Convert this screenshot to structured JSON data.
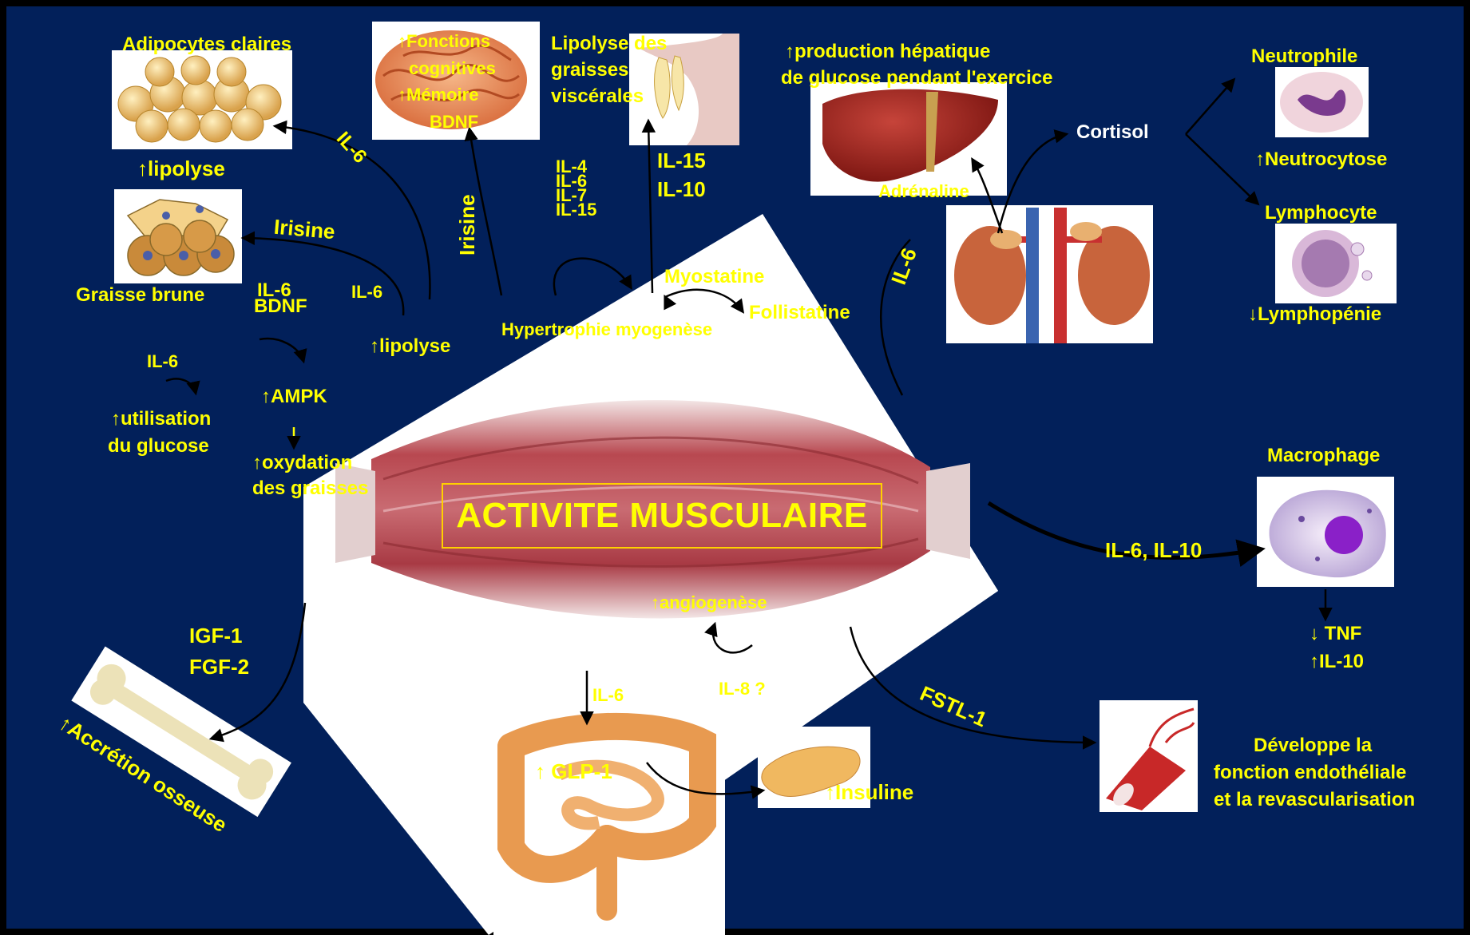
{
  "center": {
    "title": "ACTIVITE MUSCULAIRE"
  },
  "labels": {
    "adipocytes_claires": "Adipocytes claires",
    "lipolyse_top": "↑lipolyse",
    "graisse_brune": "Graisse brune",
    "irisine_left": "Irisine",
    "il6_bdnf_1": "IL-6",
    "il6_bdnf_2": "BDNF",
    "il6_mid": "IL-6",
    "lipolyse_mid": "↑lipolyse",
    "il6_glucose": "IL-6",
    "ampk": "↑AMPK",
    "utilisation_1": "↑utilisation",
    "utilisation_2": "du glucose",
    "oxydation_1": "↑oxydation",
    "oxydation_2": "des graisses",
    "il6_arc_top": "IL-6",
    "irisine_vertical": "Irisine",
    "brain_1": "↑Fonctions",
    "brain_2": "cognitives",
    "brain_3": "↑Mémoire",
    "brain_4": "BDNF",
    "lipolyse_visc_1": "Lipolyse des",
    "lipolyse_visc_2": "graisses",
    "lipolyse_visc_3": "viscérales",
    "il_list_1": "IL-4",
    "il_list_2": "IL-6",
    "il_list_3": "IL-7",
    "il_list_4": "IL-15",
    "il15": "IL-15",
    "il10": "IL-10",
    "myostatine": "Myostatine",
    "follistatine": "Follistatine",
    "hypertrophie": "Hypertrophie myogenèse",
    "hepatique_1": "↑production hépatique",
    "hepatique_2": "de glucose pendant l'exercice",
    "adrenaline": "Adrénaline",
    "il6_right": "IL-6",
    "cortisol": "Cortisol",
    "neutrophile": "Neutrophile",
    "neutrocytose": "↑Neutrocytose",
    "lymphocyte": "Lymphocyte",
    "lymphopenie": "↓Lymphopénie",
    "macrophage": "Macrophage",
    "il6_il10": "IL-6, IL-10",
    "tnf": "↓ TNF",
    "il10_up": "↑IL-10",
    "igf1": "IGF-1",
    "fgf2": "FGF-2",
    "accretion": "↑Accrétion osseuse",
    "angiogenese": "↑angiogenèse",
    "il8": "IL-8 ?",
    "il6_bottom": "IL-6",
    "glp1": "↑ GLP-1",
    "insuline": "↑Insuline",
    "fstl1": "FSTL-1",
    "endo_1": "Développe la",
    "endo_2": "fonction endothéliale",
    "endo_3": "et la revascularisation"
  },
  "colors": {
    "background": "#02205a",
    "label": "#ffff00",
    "label_white": "#ffffff",
    "arrow": "#000000"
  }
}
